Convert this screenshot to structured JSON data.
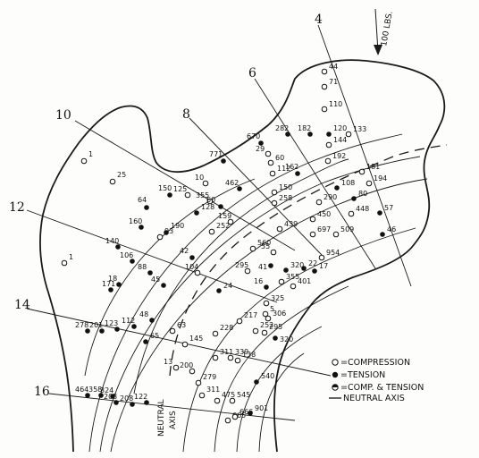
{
  "section_labels": [
    "4",
    "6",
    "8",
    "10",
    "12",
    "14",
    "16"
  ],
  "load_label": "100 LBS.",
  "axis_label_line1": "NEUTRAL",
  "axis_label_line2": "AXIS",
  "legend": {
    "compression": "=COMPRESSION",
    "tension": "=TENSION",
    "comp_tension": "=COMP. & TENSION",
    "neutral_axis": "NEUTRAL AXIS"
  },
  "stress_values": [
    {
      "v": "44",
      "kind": "open"
    },
    {
      "v": "71",
      "kind": "open"
    },
    {
      "v": "110",
      "kind": "open"
    },
    {
      "v": "133",
      "kind": "open"
    },
    {
      "v": "144",
      "kind": "open"
    },
    {
      "v": "192",
      "kind": "open"
    },
    {
      "v": "181",
      "kind": "open"
    },
    {
      "v": "194",
      "kind": "open"
    },
    {
      "v": "182",
      "kind": "filled"
    },
    {
      "v": "120",
      "kind": "filled"
    },
    {
      "v": "282",
      "kind": "filled"
    },
    {
      "v": "670",
      "kind": "filled"
    },
    {
      "v": "771",
      "kind": "filled"
    },
    {
      "v": "29",
      "kind": "open"
    },
    {
      "v": "60",
      "kind": "open"
    },
    {
      "v": "112",
      "kind": "open"
    },
    {
      "v": "150",
      "kind": "open"
    },
    {
      "v": "258",
      "kind": "open"
    },
    {
      "v": "162",
      "kind": "filled"
    },
    {
      "v": "108",
      "kind": "filled"
    },
    {
      "v": "80",
      "kind": "filled"
    },
    {
      "v": "290",
      "kind": "open"
    },
    {
      "v": "448",
      "kind": "open"
    },
    {
      "v": "57",
      "kind": "filled"
    },
    {
      "v": "46",
      "kind": "filled"
    },
    {
      "v": "150",
      "kind": "filled"
    },
    {
      "v": "10",
      "kind": "open"
    },
    {
      "v": "125",
      "kind": "open"
    },
    {
      "v": "355",
      "kind": "open"
    },
    {
      "v": "462",
      "kind": "filled"
    },
    {
      "v": "60",
      "kind": "filled"
    },
    {
      "v": "128",
      "kind": "filled"
    },
    {
      "v": "252",
      "kind": "open"
    },
    {
      "v": "159",
      "kind": "open"
    },
    {
      "v": "450",
      "kind": "open"
    },
    {
      "v": "697",
      "kind": "open"
    },
    {
      "v": "509",
      "kind": "open"
    },
    {
      "v": "439",
      "kind": "open"
    },
    {
      "v": "560",
      "kind": "open"
    },
    {
      "v": "55",
      "kind": "open"
    },
    {
      "v": "954",
      "kind": "open"
    },
    {
      "v": "41",
      "kind": "filled"
    },
    {
      "v": "320",
      "kind": "filled"
    },
    {
      "v": "22",
      "kind": "filled"
    },
    {
      "v": "17",
      "kind": "filled"
    },
    {
      "v": "401",
      "kind": "open"
    },
    {
      "v": "355",
      "kind": "open"
    },
    {
      "v": "295",
      "kind": "open"
    },
    {
      "v": "64",
      "kind": "filled"
    },
    {
      "v": "160",
      "kind": "filled"
    },
    {
      "v": "93",
      "kind": "open"
    },
    {
      "v": "190",
      "kind": "filled"
    },
    {
      "v": "42",
      "kind": "filled"
    },
    {
      "v": "104",
      "kind": "open"
    },
    {
      "v": "24",
      "kind": "filled"
    },
    {
      "v": "16",
      "kind": "filled"
    },
    {
      "v": "325",
      "kind": "open"
    },
    {
      "v": "5",
      "kind": "open"
    },
    {
      "v": "306",
      "kind": "open"
    },
    {
      "v": "140",
      "kind": "filled"
    },
    {
      "v": "106",
      "kind": "filled"
    },
    {
      "v": "88",
      "kind": "filled"
    },
    {
      "v": "45",
      "kind": "filled"
    },
    {
      "v": "18",
      "kind": "filled"
    },
    {
      "v": "171",
      "kind": "filled"
    },
    {
      "v": "1",
      "kind": "open"
    },
    {
      "v": "1",
      "kind": "open"
    },
    {
      "v": "25",
      "kind": "open"
    },
    {
      "v": "278",
      "kind": "filled"
    },
    {
      "v": "201",
      "kind": "filled"
    },
    {
      "v": "123",
      "kind": "filled"
    },
    {
      "v": "112",
      "kind": "filled"
    },
    {
      "v": "48",
      "kind": "filled"
    },
    {
      "v": "65",
      "kind": "filled"
    },
    {
      "v": "63",
      "kind": "open"
    },
    {
      "v": "145",
      "kind": "open"
    },
    {
      "v": "228",
      "kind": "open"
    },
    {
      "v": "217",
      "kind": "open"
    },
    {
      "v": "252",
      "kind": "open"
    },
    {
      "v": "295",
      "kind": "open"
    },
    {
      "v": "320",
      "kind": "filled"
    },
    {
      "v": "311",
      "kind": "open"
    },
    {
      "v": "339",
      "kind": "open"
    },
    {
      "v": "138",
      "kind": "open"
    },
    {
      "v": "13",
      "kind": "open"
    },
    {
      "v": "200",
      "kind": "open"
    },
    {
      "v": "279",
      "kind": "open"
    },
    {
      "v": "540",
      "kind": "filled"
    },
    {
      "v": "464",
      "kind": "filled"
    },
    {
      "v": "358",
      "kind": "filled"
    },
    {
      "v": "324",
      "kind": "filled"
    },
    {
      "v": "203",
      "kind": "filled"
    },
    {
      "v": "208",
      "kind": "filled"
    },
    {
      "v": "122",
      "kind": "filled"
    },
    {
      "v": "311",
      "kind": "open"
    },
    {
      "v": "475",
      "kind": "open"
    },
    {
      "v": "545",
      "kind": "open"
    },
    {
      "v": "901",
      "kind": "filled"
    },
    {
      "v": "665",
      "kind": "open"
    },
    {
      "v": "666",
      "kind": "open"
    }
  ]
}
